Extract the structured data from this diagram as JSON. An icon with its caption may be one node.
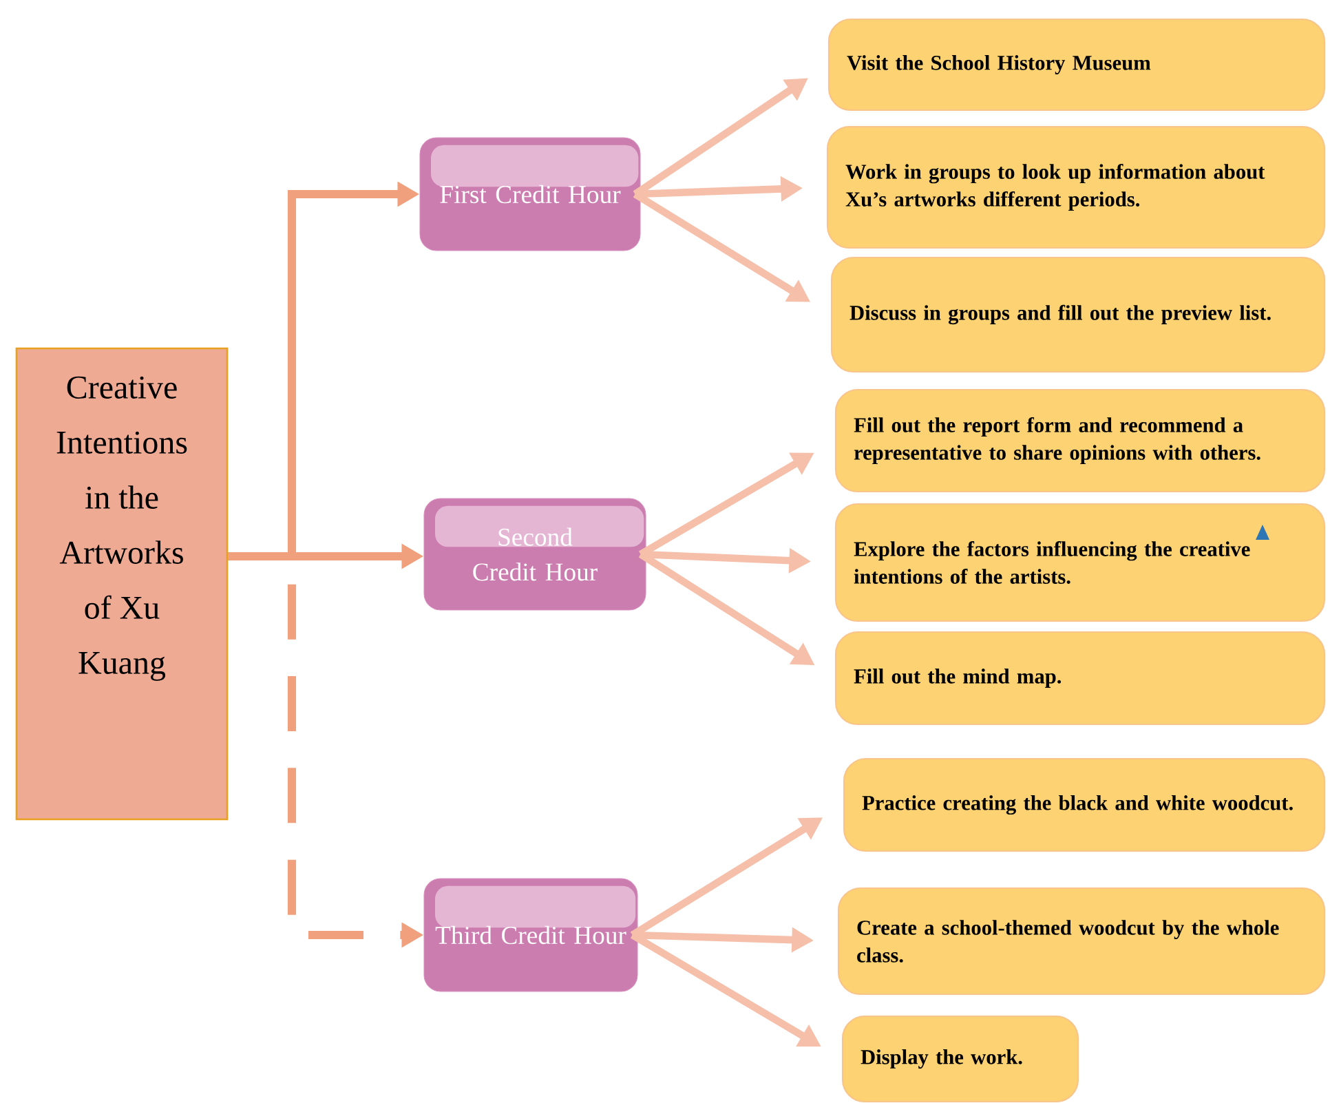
{
  "diagram": {
    "nodes": [
      {
        "text": [
          "Creative Intentions in the Artworks of Xu Kuang"
        ]
      },
      {
        "text": [
          "First Credit Hour"
        ]
      },
      {
        "text": [
          "Visit the School History Museum"
        ]
      },
      {
        "text": [
          "Work in groups to look up information about Xu’s artworks different periods."
        ]
      },
      {
        "text": [
          "Discuss in groups and fill out the preview list."
        ]
      },
      {
        "text": [
          "Second Credit Hour"
        ]
      },
      {
        "text": [
          "Fill out the report form and recommend a representative to share opinions with others."
        ]
      },
      {
        "text": [
          "Explore the factors influencing the creative intentions of the artists."
        ]
      },
      {
        "text": [
          "Fill out the mind map."
        ]
      },
      {
        "text": [
          "Third Credit Hour"
        ]
      },
      {
        "text": [
          "Practice creating the black and white woodcut."
        ]
      },
      {
        "text": [
          "Create a school-themed woodcut by the whole class."
        ]
      },
      {
        "text": [
          "Display the work."
        ]
      }
    ],
    "edges": [
      {
        "from": 0,
        "to": 1,
        "arrow": "to",
        "color": "#f0a07c"
      },
      {
        "from": 0,
        "to": 5,
        "arrow": "to",
        "color": "#f0a07c"
      },
      {
        "from": 0,
        "to": 9,
        "arrow": "to",
        "style": "dashed",
        "color": "#f0a07c"
      },
      {
        "from": 1,
        "to": 2,
        "arrow": "to"
      },
      {
        "from": 1,
        "to": 3,
        "arrow": "to"
      },
      {
        "from": 1,
        "to": 4,
        "arrow": "to"
      },
      {
        "from": 5,
        "to": 6,
        "arrow": "to"
      },
      {
        "from": 5,
        "to": 7,
        "arrow": "to"
      },
      {
        "from": 5,
        "to": 8,
        "arrow": "to"
      },
      {
        "from": 9,
        "to": 10,
        "arrow": "to"
      },
      {
        "from": 9,
        "to": 11,
        "arrow": "to"
      },
      {
        "from": 9,
        "to": 12,
        "arrow": "to"
      }
    ]
  }
}
